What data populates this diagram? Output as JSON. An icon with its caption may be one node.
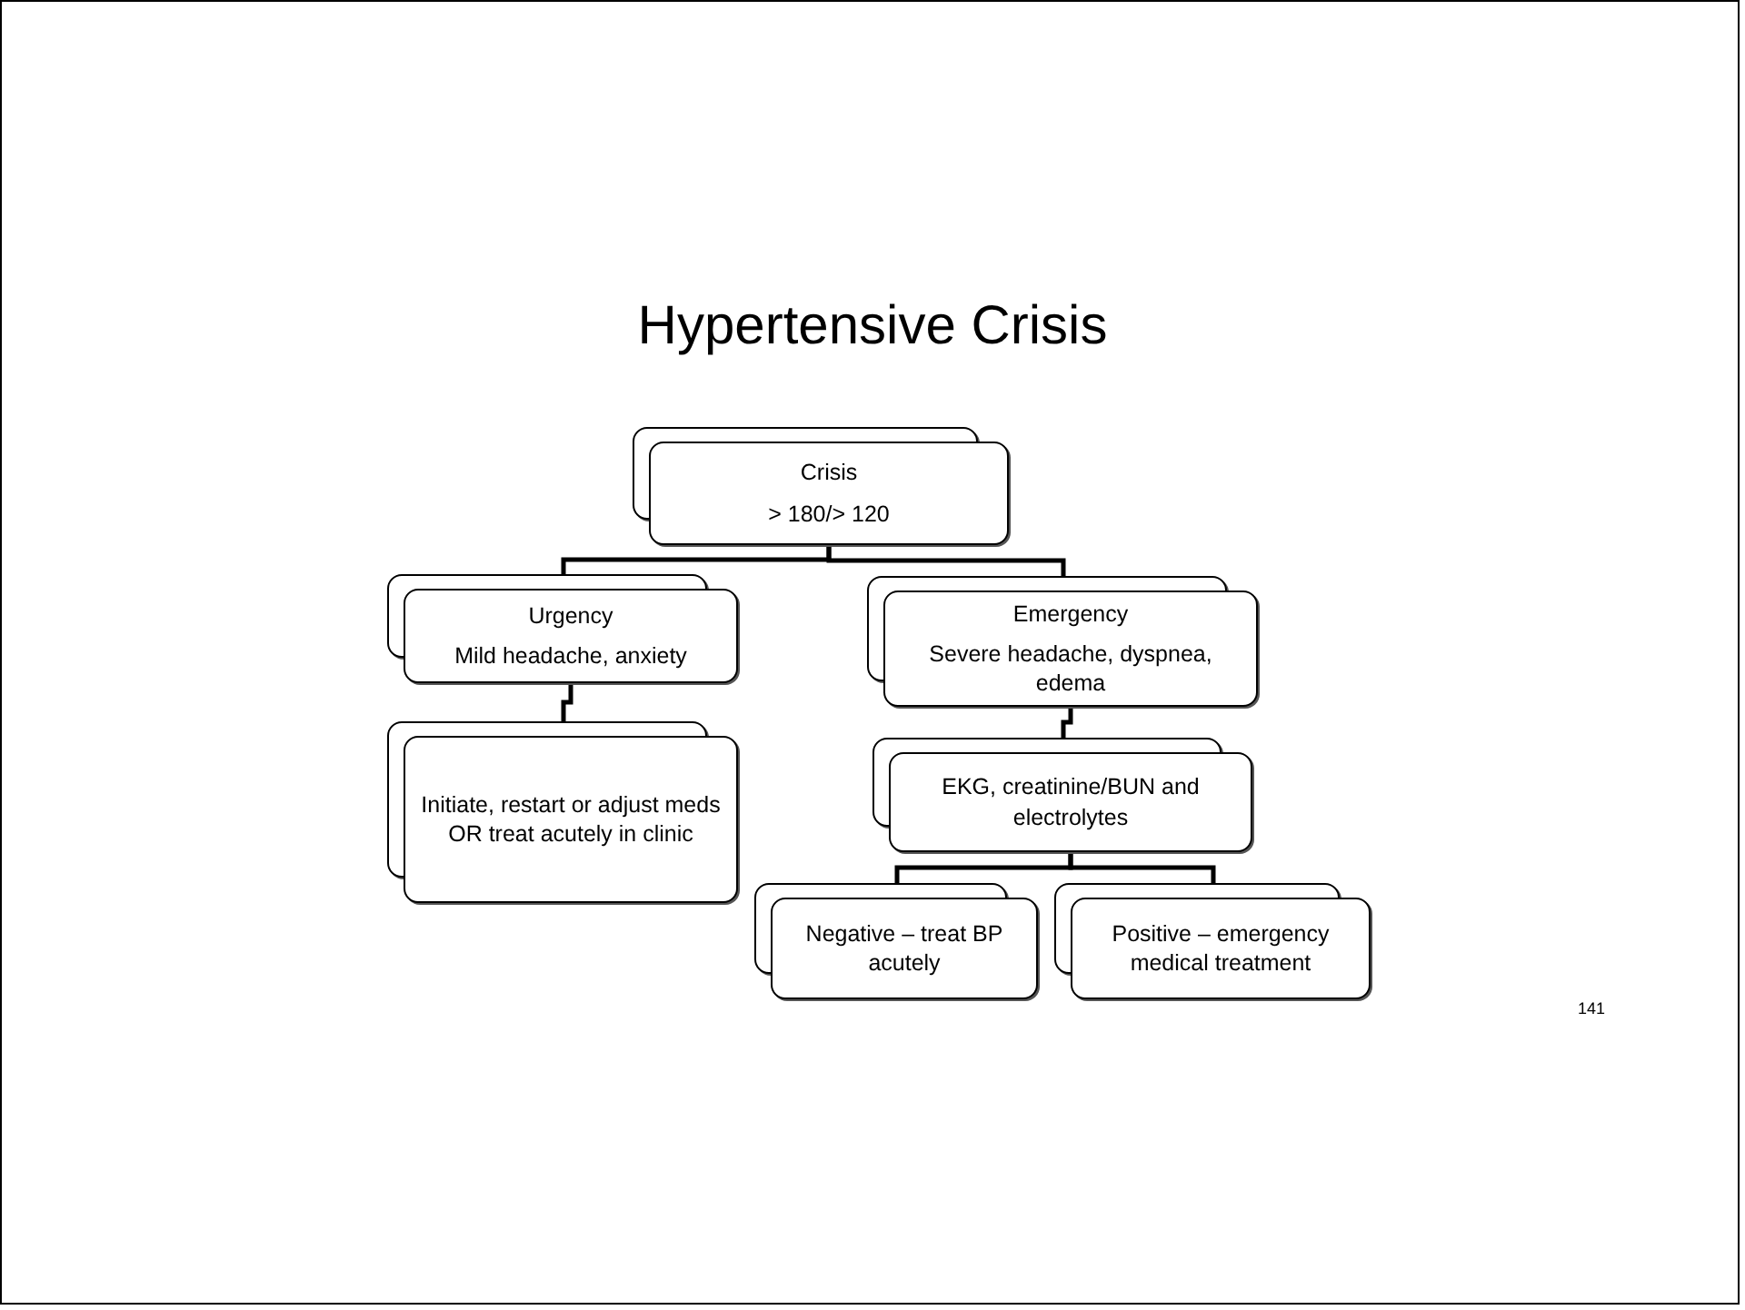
{
  "diagram": {
    "title": "Hypertensive Crisis",
    "nodes": [
      {
        "text": [
          "Crisis",
          "> 180/> 120"
        ]
      },
      {
        "text": [
          "Urgency",
          "Mild headache, anxiety"
        ]
      },
      {
        "text": [
          "Emergency",
          "Severe headache, dyspnea, edema"
        ]
      },
      {
        "text": [
          "Initiate, restart or adjust meds OR treat acutely in clinic"
        ]
      },
      {
        "text": [
          "EKG, creatinine/BUN and electrolytes"
        ]
      },
      {
        "text": [
          "Negative – treat BP acutely"
        ]
      },
      {
        "text": [
          "Positive – emergency medical treatment"
        ]
      }
    ],
    "edges": [
      {
        "from": 0,
        "to": 1,
        "arrow": "none"
      },
      {
        "from": 0,
        "to": 2,
        "arrow": "none"
      },
      {
        "from": 1,
        "to": 3,
        "arrow": "none"
      },
      {
        "from": 2,
        "to": 4,
        "arrow": "none"
      },
      {
        "from": 4,
        "to": 5,
        "arrow": "none"
      },
      {
        "from": 4,
        "to": 6,
        "arrow": "none"
      }
    ],
    "labels": [
      "141"
    ]
  }
}
